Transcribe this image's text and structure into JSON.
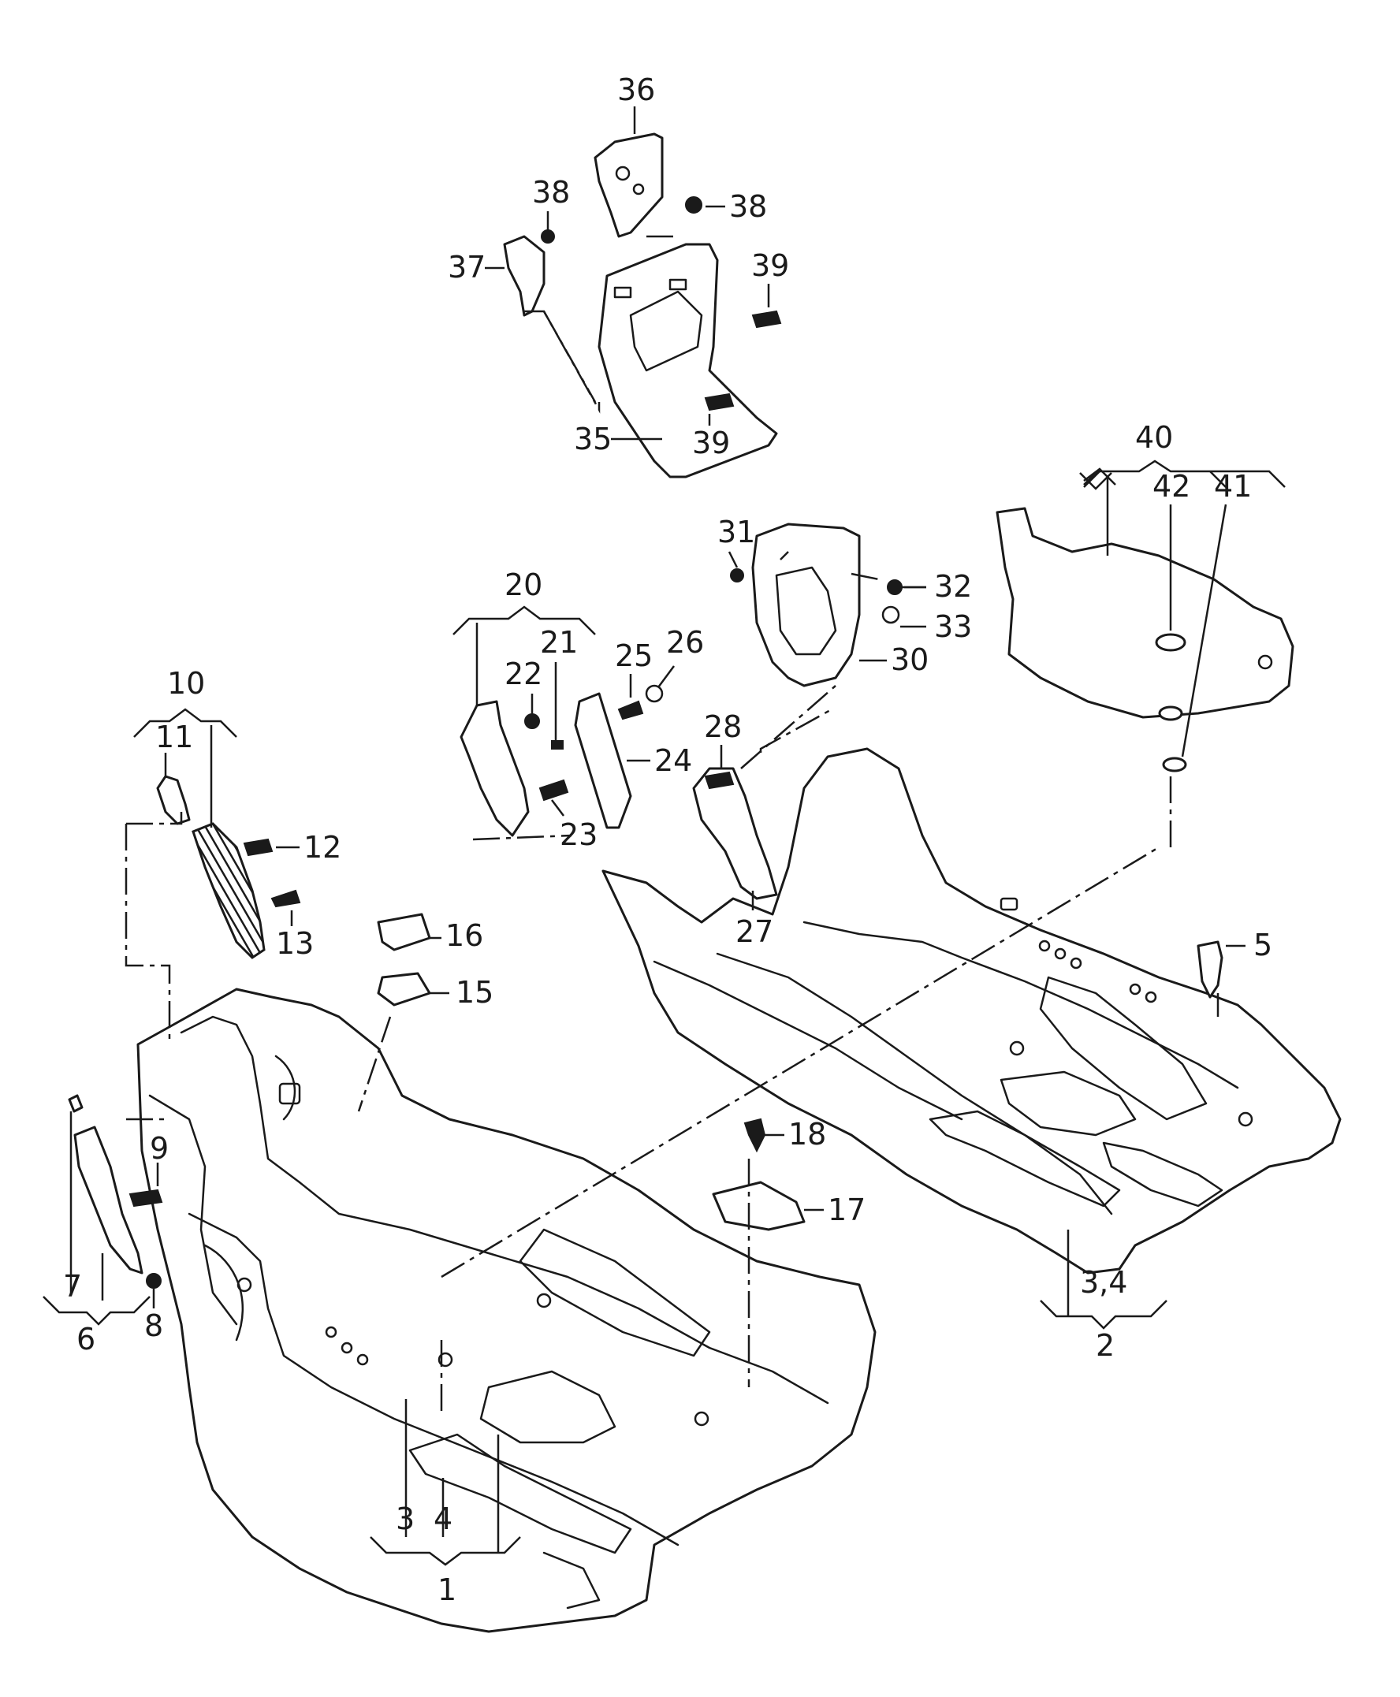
{
  "diagram": {
    "callouts": [
      {
        "label": "1"
      },
      {
        "label": "2"
      },
      {
        "label": "3"
      },
      {
        "label": "4"
      },
      {
        "label": "3,4"
      },
      {
        "label": "5"
      },
      {
        "label": "6"
      },
      {
        "label": "7"
      },
      {
        "label": "8"
      },
      {
        "label": "9"
      },
      {
        "label": "10"
      },
      {
        "label": "11"
      },
      {
        "label": "12"
      },
      {
        "label": "13"
      },
      {
        "label": "15"
      },
      {
        "label": "16"
      },
      {
        "label": "17"
      },
      {
        "label": "18"
      },
      {
        "label": "20"
      },
      {
        "label": "21"
      },
      {
        "label": "22"
      },
      {
        "label": "23"
      },
      {
        "label": "24"
      },
      {
        "label": "25"
      },
      {
        "label": "26"
      },
      {
        "label": "27"
      },
      {
        "label": "28"
      },
      {
        "label": "30"
      },
      {
        "label": "31"
      },
      {
        "label": "32"
      },
      {
        "label": "33"
      },
      {
        "label": "35"
      },
      {
        "label": "36"
      },
      {
        "label": "37"
      },
      {
        "label": "38"
      },
      {
        "label": "38"
      },
      {
        "label": "39"
      },
      {
        "label": "39"
      },
      {
        "label": "40"
      },
      {
        "label": "41"
      },
      {
        "label": "42"
      }
    ]
  }
}
